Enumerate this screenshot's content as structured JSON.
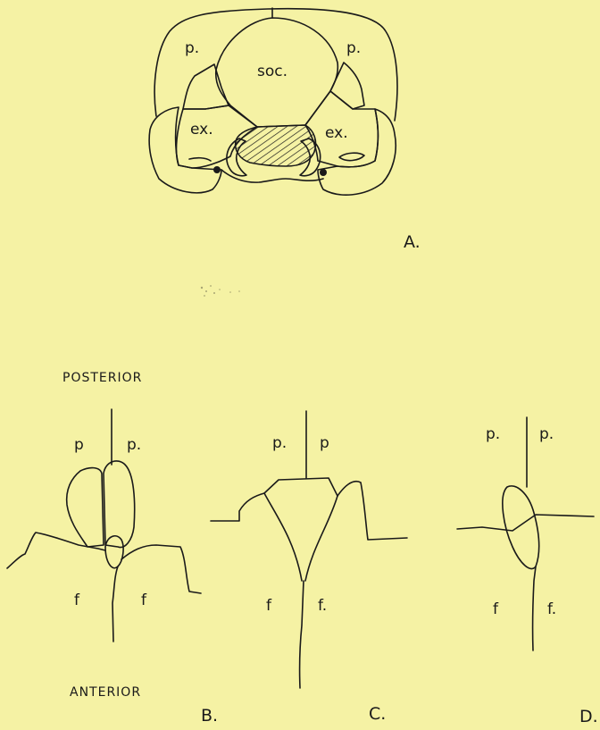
{
  "figure_a": {
    "parietal_left": "p.",
    "parietal_right": "p.",
    "supraoccipital": "soc.",
    "exoccipital_left": "ex.",
    "exoccipital_right": "ex.",
    "figure_letter": "A."
  },
  "orientation": {
    "posterior": "POSTERIOR",
    "anterior": "ANTERIOR"
  },
  "figure_b": {
    "parietal_left": "p",
    "parietal_right": "p.",
    "frontal_left": "f",
    "frontal_right": "f",
    "figure_letter": "B."
  },
  "figure_c": {
    "parietal_left": "p.",
    "parietal_right": "p",
    "frontal_left": "f",
    "frontal_right": "f.",
    "figure_letter": "C."
  },
  "figure_d": {
    "parietal_left": "p.",
    "parietal_right": "p.",
    "frontal_left": "f",
    "frontal_right": "f.",
    "figure_letter": "D."
  },
  "colors": {
    "paper": "#f5f2a4",
    "ink": "#1a1a1a"
  }
}
